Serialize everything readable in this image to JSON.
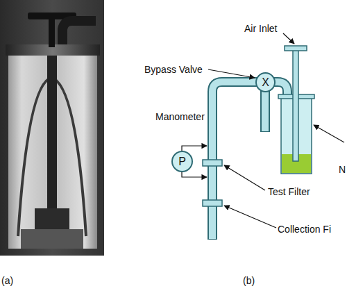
{
  "diagram": {
    "nodes": [
      {
        "text": [
          "P"
        ]
      },
      {
        "text": [
          "X"
        ]
      }
    ],
    "labels": [
      "Air Inlet",
      "Bypass Valve",
      "Manometer",
      "Test Filter",
      "Collection Fi",
      "N",
      "(a)",
      "(b)"
    ]
  }
}
